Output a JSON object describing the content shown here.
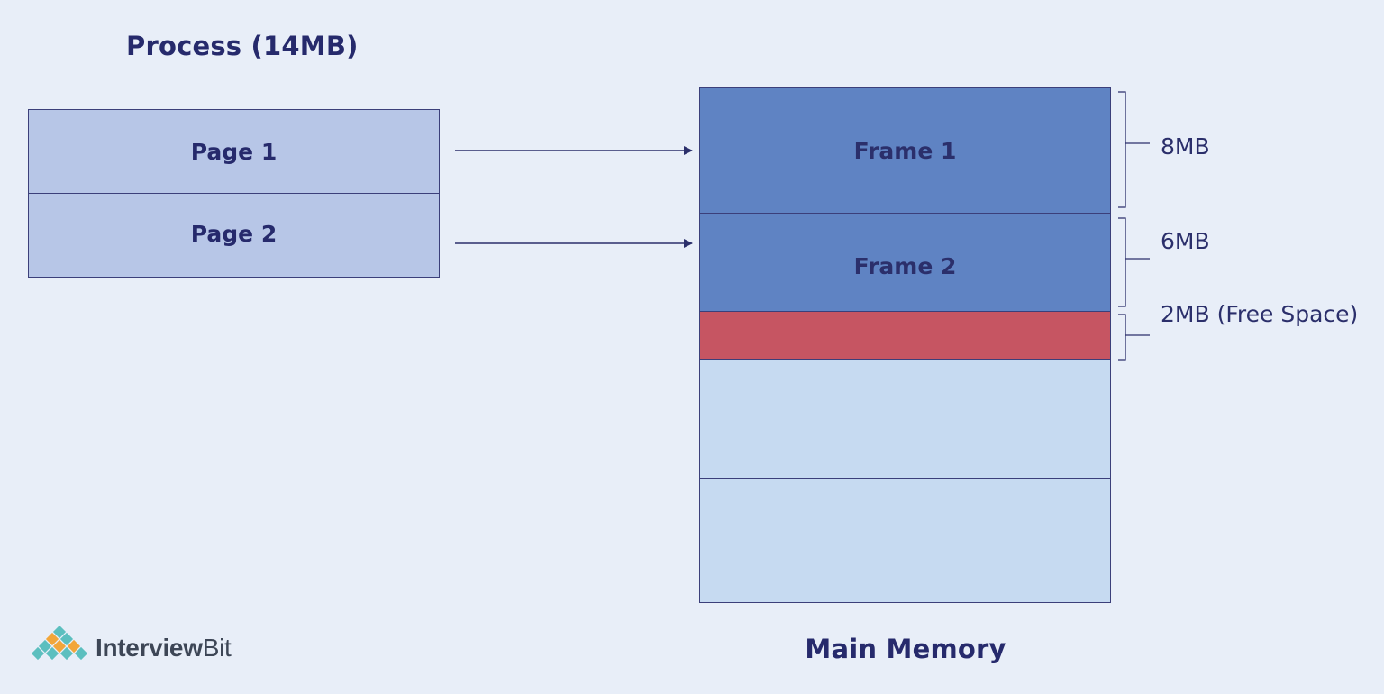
{
  "process": {
    "title": "Process (14MB)",
    "pages": [
      "Page 1",
      "Page 2"
    ]
  },
  "memory": {
    "title": "Main Memory",
    "frames": [
      "Frame 1",
      "Frame 2"
    ],
    "sizes": [
      "8MB",
      "6MB",
      "2MB (Free Space)"
    ]
  },
  "brand": {
    "name_part1": "Interview",
    "name_part2": "Bit"
  },
  "colors": {
    "background": "#e8eef8",
    "page": "#b7c6e7",
    "frame": "#5f83c3",
    "free_space": "#c65562",
    "empty_frame": "#c6daf1",
    "text": "#262a6c"
  }
}
